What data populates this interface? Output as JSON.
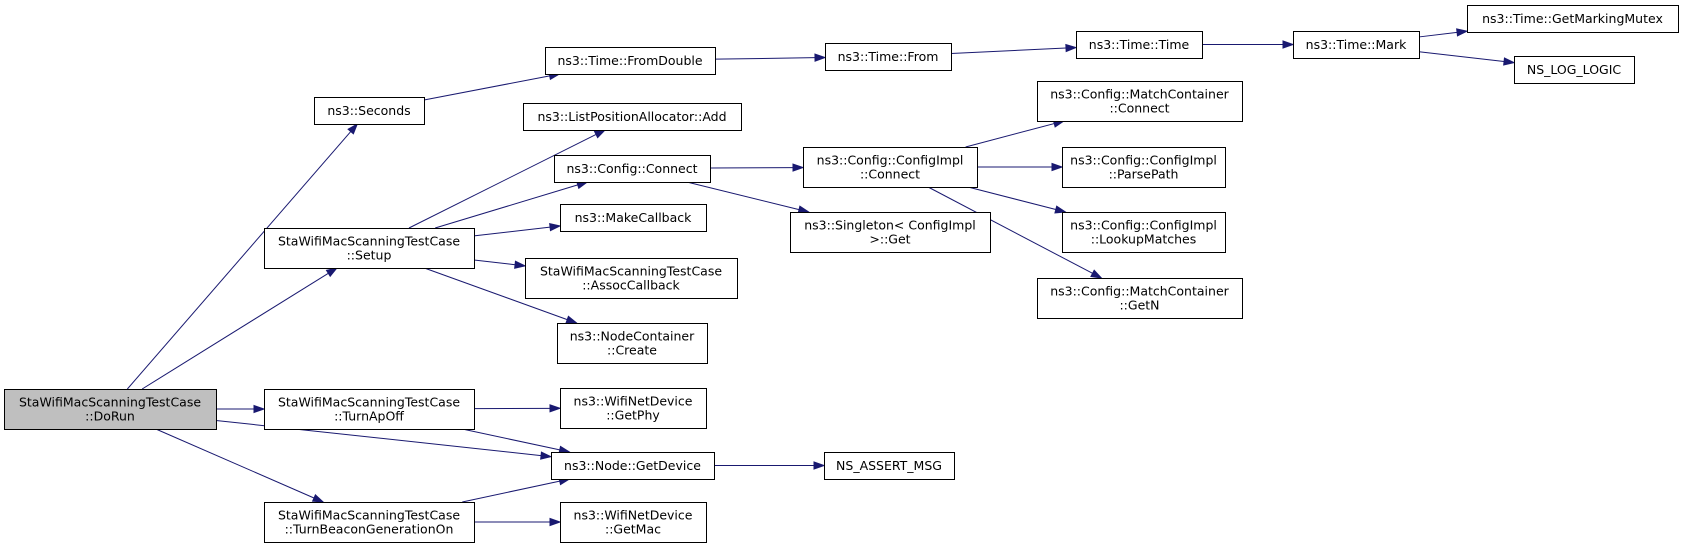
{
  "graph": {
    "nodes": {
      "dorun": {
        "lines": [
          "StaWifiMacScanningTestCase",
          "::DoRun"
        ],
        "root": true
      },
      "seconds": {
        "lines": [
          "ns3::Seconds"
        ]
      },
      "fromdouble": {
        "lines": [
          "ns3::Time::FromDouble"
        ]
      },
      "from": {
        "lines": [
          "ns3::Time::From"
        ]
      },
      "time": {
        "lines": [
          "ns3::Time::Time"
        ]
      },
      "mark": {
        "lines": [
          "ns3::Time::Mark"
        ]
      },
      "getmarkingmutex": {
        "lines": [
          "ns3::Time::GetMarkingMutex"
        ]
      },
      "nslogic": {
        "lines": [
          "NS_LOG_LOGIC"
        ]
      },
      "listadd": {
        "lines": [
          "ns3::ListPositionAllocator::Add"
        ]
      },
      "configconnect": {
        "lines": [
          "ns3::Config::Connect"
        ]
      },
      "implconnect": {
        "lines": [
          "ns3::Config::ConfigImpl",
          "::Connect"
        ]
      },
      "mcconnect": {
        "lines": [
          "ns3::Config::MatchContainer",
          "::Connect"
        ]
      },
      "parsepath": {
        "lines": [
          "ns3::Config::ConfigImpl",
          "::ParsePath"
        ]
      },
      "lookupmatches": {
        "lines": [
          "ns3::Config::ConfigImpl",
          "::LookupMatches"
        ]
      },
      "mcgetn": {
        "lines": [
          "ns3::Config::MatchContainer",
          "::GetN"
        ]
      },
      "singleton": {
        "lines": [
          "ns3::Singleton< ConfigImpl",
          " >::Get"
        ]
      },
      "setup": {
        "lines": [
          "StaWifiMacScanningTestCase",
          "::Setup"
        ]
      },
      "makecallback": {
        "lines": [
          "ns3::MakeCallback"
        ]
      },
      "assoccallback": {
        "lines": [
          "StaWifiMacScanningTestCase",
          "::AssocCallback"
        ]
      },
      "nodecreate": {
        "lines": [
          "ns3::NodeContainer",
          "::Create"
        ]
      },
      "turnapoff": {
        "lines": [
          "StaWifiMacScanningTestCase",
          "::TurnApOff"
        ]
      },
      "getphy": {
        "lines": [
          "ns3::WifiNetDevice",
          "::GetPhy"
        ]
      },
      "getdevice": {
        "lines": [
          "ns3::Node::GetDevice"
        ]
      },
      "nsassert": {
        "lines": [
          "NS_ASSERT_MSG"
        ]
      },
      "beaconon": {
        "lines": [
          "StaWifiMacScanningTestCase",
          "::TurnBeaconGenerationOn"
        ]
      },
      "getmac": {
        "lines": [
          "ns3::WifiNetDevice",
          "::GetMac"
        ]
      }
    },
    "edges": [
      [
        "dorun",
        "seconds"
      ],
      [
        "dorun",
        "setup"
      ],
      [
        "dorun",
        "turnapoff"
      ],
      [
        "dorun",
        "getdevice"
      ],
      [
        "dorun",
        "beaconon"
      ],
      [
        "seconds",
        "fromdouble"
      ],
      [
        "fromdouble",
        "from"
      ],
      [
        "from",
        "time"
      ],
      [
        "time",
        "mark"
      ],
      [
        "mark",
        "getmarkingmutex"
      ],
      [
        "mark",
        "nslogic"
      ],
      [
        "setup",
        "listadd"
      ],
      [
        "setup",
        "configconnect"
      ],
      [
        "setup",
        "makecallback"
      ],
      [
        "setup",
        "assoccallback"
      ],
      [
        "setup",
        "nodecreate"
      ],
      [
        "configconnect",
        "implconnect"
      ],
      [
        "configconnect",
        "singleton"
      ],
      [
        "implconnect",
        "mcconnect"
      ],
      [
        "implconnect",
        "parsepath"
      ],
      [
        "implconnect",
        "lookupmatches"
      ],
      [
        "implconnect",
        "mcgetn"
      ],
      [
        "turnapoff",
        "getphy"
      ],
      [
        "turnapoff",
        "getdevice"
      ],
      [
        "getdevice",
        "nsassert"
      ],
      [
        "beaconon",
        "getdevice"
      ],
      [
        "beaconon",
        "getmac"
      ]
    ]
  }
}
